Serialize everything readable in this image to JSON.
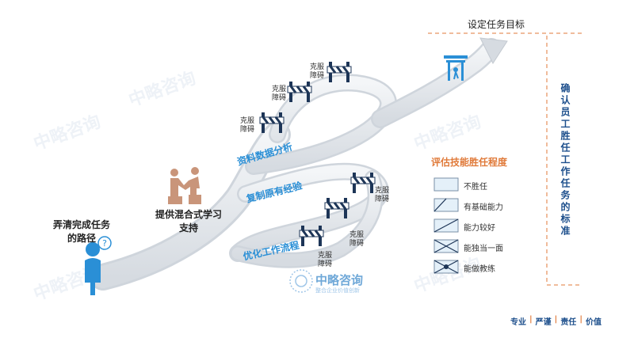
{
  "header": {
    "goal_label": "设定任务目标"
  },
  "start": {
    "label_line1": "弄清完成任务",
    "label_line2": "的路径",
    "bubble_icon": "question-icon"
  },
  "support": {
    "label_line1": "提供混合式学习",
    "label_line2": "支持"
  },
  "routes": [
    {
      "label": "资料数据分析"
    },
    {
      "label": "复制原有经验"
    },
    {
      "label": "优化工作流程"
    }
  ],
  "obstacle_text": {
    "line1": "克服",
    "line2": "障碍"
  },
  "obstacles": [
    {
      "line1": "克服",
      "line2": "障碍"
    },
    {
      "line1": "克服",
      "line2": "障碍"
    },
    {
      "line1": "克服",
      "line2": "障碍"
    },
    {
      "line1": "克服",
      "line2": "障碍"
    },
    {
      "line1": "克服",
      "line2": "障碍"
    },
    {
      "line1": "克服",
      "line2": "障碍"
    }
  ],
  "legend": {
    "title": "评估技能胜任程度",
    "items": [
      {
        "label": "不胜任"
      },
      {
        "label": "有基础能力"
      },
      {
        "label": "能力较好"
      },
      {
        "label": "能独当一面"
      },
      {
        "label": "能做教练"
      }
    ]
  },
  "vertical_title": "确认员工胜任工作任务的标准",
  "logo": {
    "name": "中略咨询",
    "tagline": "整合企业价值创新"
  },
  "watermark": "中略咨询",
  "footer": {
    "values": [
      "专业",
      "严谨",
      "责任",
      "价值"
    ]
  },
  "colors": {
    "accent_blue": "#2a8fd6",
    "orange": "#e07a3a",
    "navy": "#1d4f8c",
    "road": "#e9ecf0"
  }
}
